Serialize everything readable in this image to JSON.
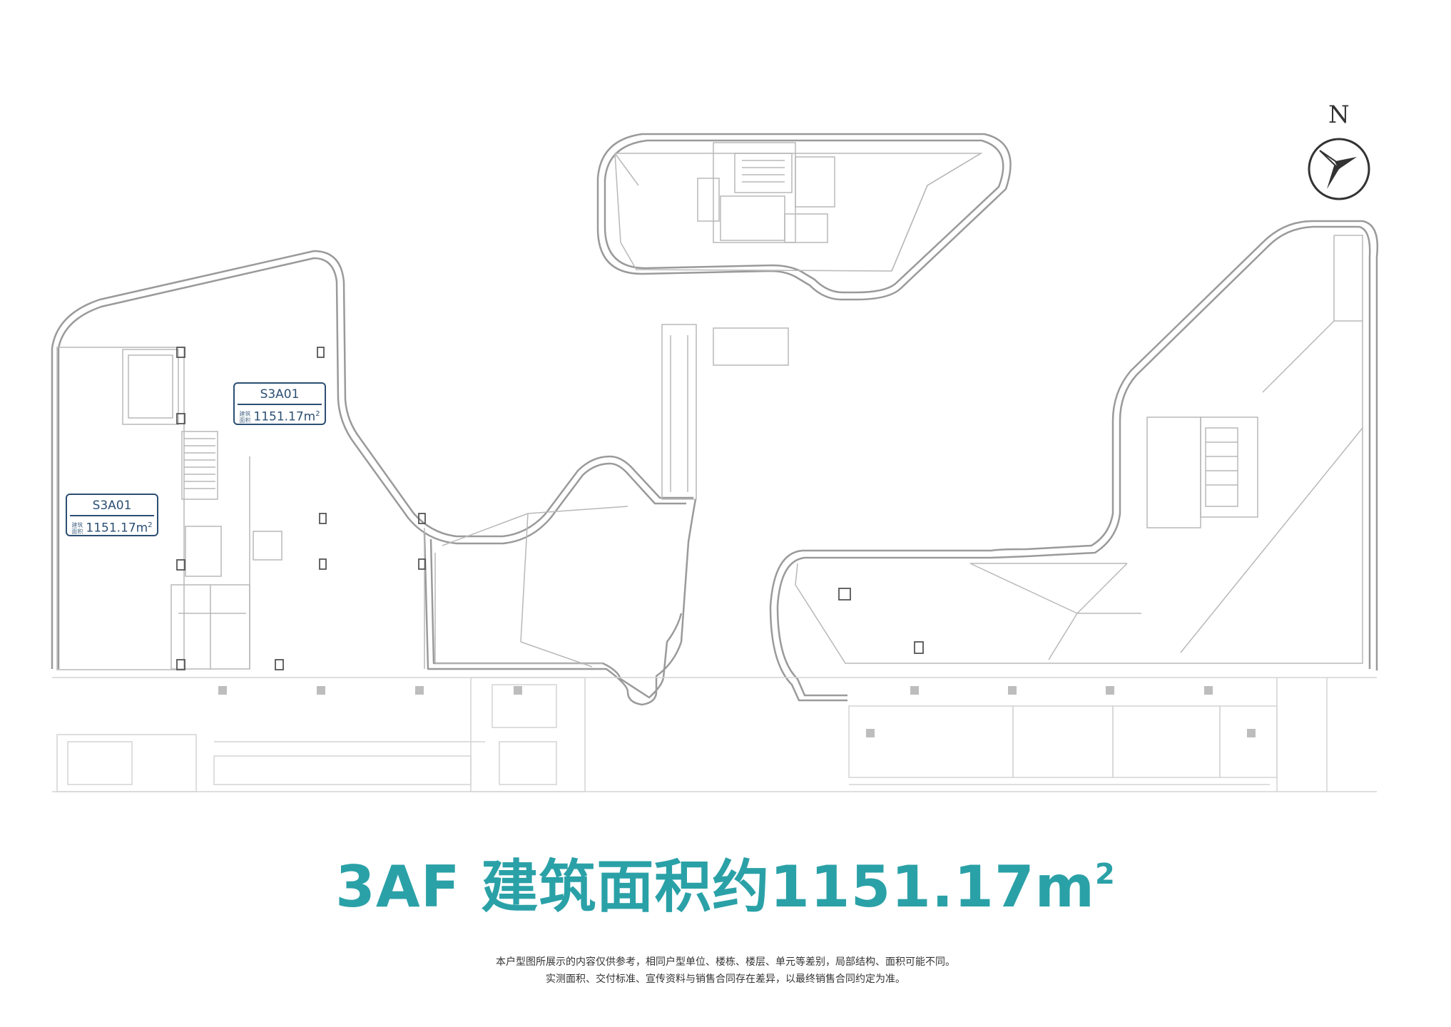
{
  "units": [
    {
      "code": "S3A01",
      "area_value": "1151.17m",
      "area_sup": "2",
      "icon_text": "建筑\n面积"
    },
    {
      "code": "S3A01",
      "area_value": "1151.17m",
      "area_sup": "2",
      "icon_text": "建筑\n面积"
    }
  ],
  "compass": {
    "north_label": "N"
  },
  "headline": {
    "text": "3AF 建筑面积约1151.17m",
    "sup": "2"
  },
  "disclaimer": {
    "line1": "本户型图所展示的内容仅供参考，相同户型单位、楼栋、楼层、单元等差别，局部结构、面积可能不同。",
    "line2": "实测面积、交付标准、宣传资料与销售合同存在差异，以最终销售合同约定为准。"
  },
  "colors": {
    "headline": "#2aa1a7",
    "label_border": "#2c4f73",
    "plan_line": "#9a9a9a"
  }
}
